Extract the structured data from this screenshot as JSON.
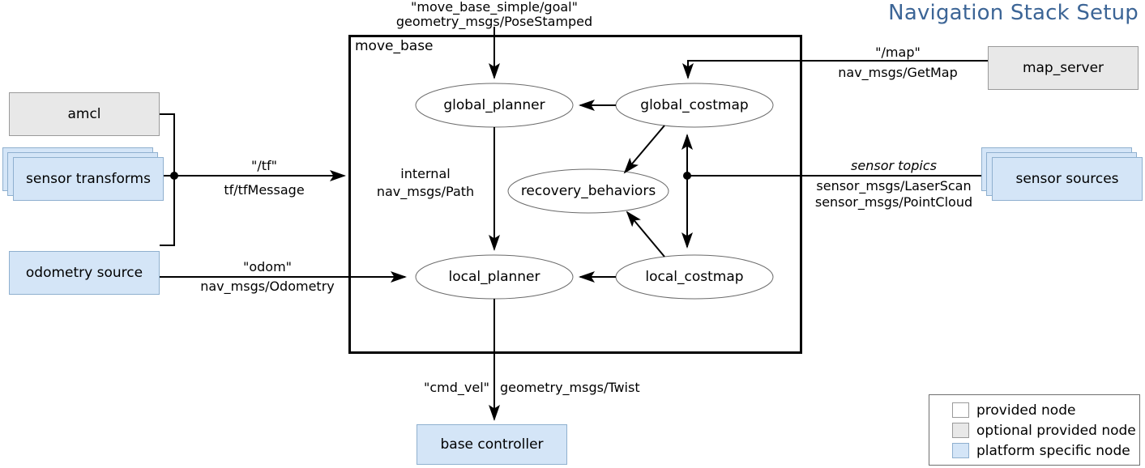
{
  "title": "Navigation Stack Setup",
  "container": {
    "name": "move_base",
    "label": "move_base"
  },
  "internal_nodes": [
    {
      "id": "global_planner",
      "label": "global_planner"
    },
    {
      "id": "global_costmap",
      "label": "global_costmap"
    },
    {
      "id": "recovery_behaviors",
      "label": "recovery_behaviors"
    },
    {
      "id": "local_planner",
      "label": "local_planner"
    },
    {
      "id": "local_costmap",
      "label": "local_costmap"
    }
  ],
  "external_nodes": [
    {
      "id": "amcl",
      "label": "amcl",
      "kind": "optional"
    },
    {
      "id": "sensor_transforms",
      "label": "sensor transforms",
      "kind": "platform",
      "stacked": true
    },
    {
      "id": "odometry_source",
      "label": "odometry source",
      "kind": "platform"
    },
    {
      "id": "map_server",
      "label": "map_server",
      "kind": "optional"
    },
    {
      "id": "sensor_sources",
      "label": "sensor sources",
      "kind": "platform",
      "stacked": true
    },
    {
      "id": "base_controller",
      "label": "base controller",
      "kind": "platform"
    }
  ],
  "edge_labels": {
    "goal_topic": "\"move_base_simple/goal\"",
    "goal_type": "geometry_msgs/PoseStamped",
    "tf_topic": "\"/tf\"",
    "tf_type": "tf/tfMessage",
    "odom_topic": "\"odom\"",
    "odom_type": "nav_msgs/Odometry",
    "internal_topic": "internal",
    "internal_type": "nav_msgs/Path",
    "map_topic": "\"/map\"",
    "map_type": "nav_msgs/GetMap",
    "sensor_topic": "sensor topics",
    "sensor_type_1": "sensor_msgs/LaserScan",
    "sensor_type_2": "sensor_msgs/PointCloud",
    "cmd_topic": "\"cmd_vel\"",
    "cmd_type": "geometry_msgs/Twist"
  },
  "legend": {
    "items": [
      {
        "kind": "provided",
        "label": "provided node"
      },
      {
        "kind": "optional",
        "label": "optional provided node"
      },
      {
        "kind": "platform",
        "label": "platform specific node"
      }
    ]
  },
  "colors": {
    "title": "#3c6596",
    "provided": "#ffffff",
    "optional": "#e8e8e8",
    "platform": "#d4e5f7",
    "stroke": "#000000",
    "ellipse_stroke": "#6b6b6b"
  }
}
